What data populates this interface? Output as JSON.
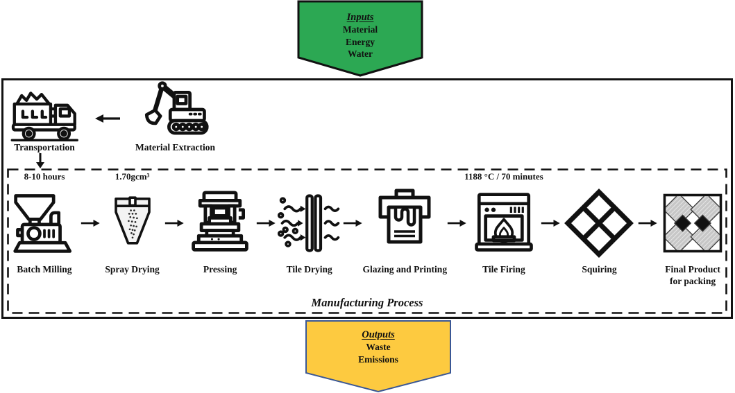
{
  "inputs_banner": {
    "title": "Inputs",
    "lines": [
      "Material",
      "Energy",
      "Water"
    ],
    "fill_color": "#2ca853",
    "border_color": "#111111"
  },
  "outputs_banner": {
    "title": "Outputs",
    "lines": [
      "Waste",
      "Emissions"
    ],
    "fill_color": "#fdca40",
    "border_color": "#3a5795"
  },
  "pre_process": {
    "transportation_label": "Transportation",
    "material_extraction_label": "Material Extraction"
  },
  "process": {
    "title": "Manufacturing Process",
    "steps": [
      {
        "annotation": "8-10 hours",
        "label": "Batch Milling",
        "icon": "batch-milling-icon"
      },
      {
        "annotation": "1.70gcm³",
        "label": "Spray Drying",
        "icon": "spray-drying-icon"
      },
      {
        "annotation": "",
        "label": "Pressing",
        "icon": "pressing-icon"
      },
      {
        "annotation": "",
        "label": "Tile Drying",
        "icon": "tile-drying-icon"
      },
      {
        "annotation": "",
        "label": "Glazing and Printing",
        "icon": "glazing-printing-icon"
      },
      {
        "annotation": "1188 °C / 70 minutes",
        "label": "Tile Firing",
        "icon": "tile-firing-icon"
      },
      {
        "annotation": "",
        "label": "Squiring",
        "icon": "squiring-icon"
      },
      {
        "annotation": "",
        "label": "Final Product for packing",
        "icon": "final-product-icon"
      }
    ]
  }
}
